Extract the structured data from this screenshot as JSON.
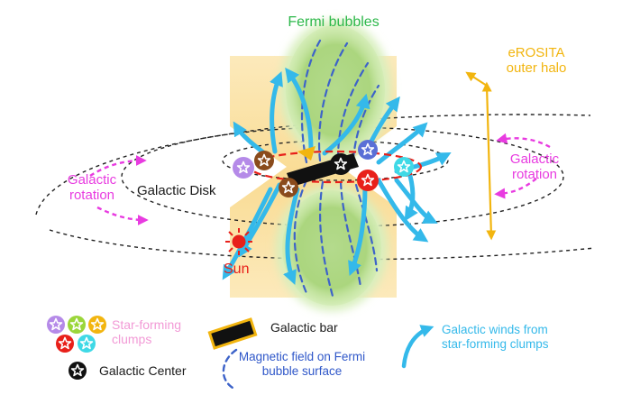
{
  "labels": {
    "fermi_bubbles": "Fermi bubbles",
    "erosita_line1": "eROSITA",
    "erosita_line2": "outer halo",
    "rotation_left_line1": "Galactic",
    "rotation_left_line2": "rotation",
    "rotation_right_line1": "Galactic",
    "rotation_right_line2": "rotation",
    "galactic_disk": "Galactic Disk",
    "sun": "Sun"
  },
  "legend": {
    "clumps_line1": "Star-forming",
    "clumps_line2": "clumps",
    "galactic_center": "Galactic Center",
    "galactic_bar": "Galactic bar",
    "magnetic_line1": "Magnetic field on Fermi",
    "magnetic_line2": "bubble surface",
    "winds_line1": "Galactic winds from",
    "winds_line2": "star-forming clumps"
  },
  "colors": {
    "fermi_green": "#9dd06a",
    "halo_orange": "#f7c64b",
    "rotation_magenta": "#e83be0",
    "sun_red": "#e8201a",
    "magnetic_blue": "#3d63c9",
    "wind_cyan": "#34b9ea",
    "bar_black": "#111111",
    "clump_purple": "#b58ae8",
    "clump_brown": "#8a4b1c",
    "clump_blue": "#5a6fd6",
    "clump_cyan": "#3fd9e6"
  },
  "icons": [
    "star-forming-clump-icon",
    "galactic-center-icon",
    "sun-icon",
    "galactic-bar-icon",
    "magnetic-field-icon",
    "galactic-wind-arrow-icon"
  ]
}
